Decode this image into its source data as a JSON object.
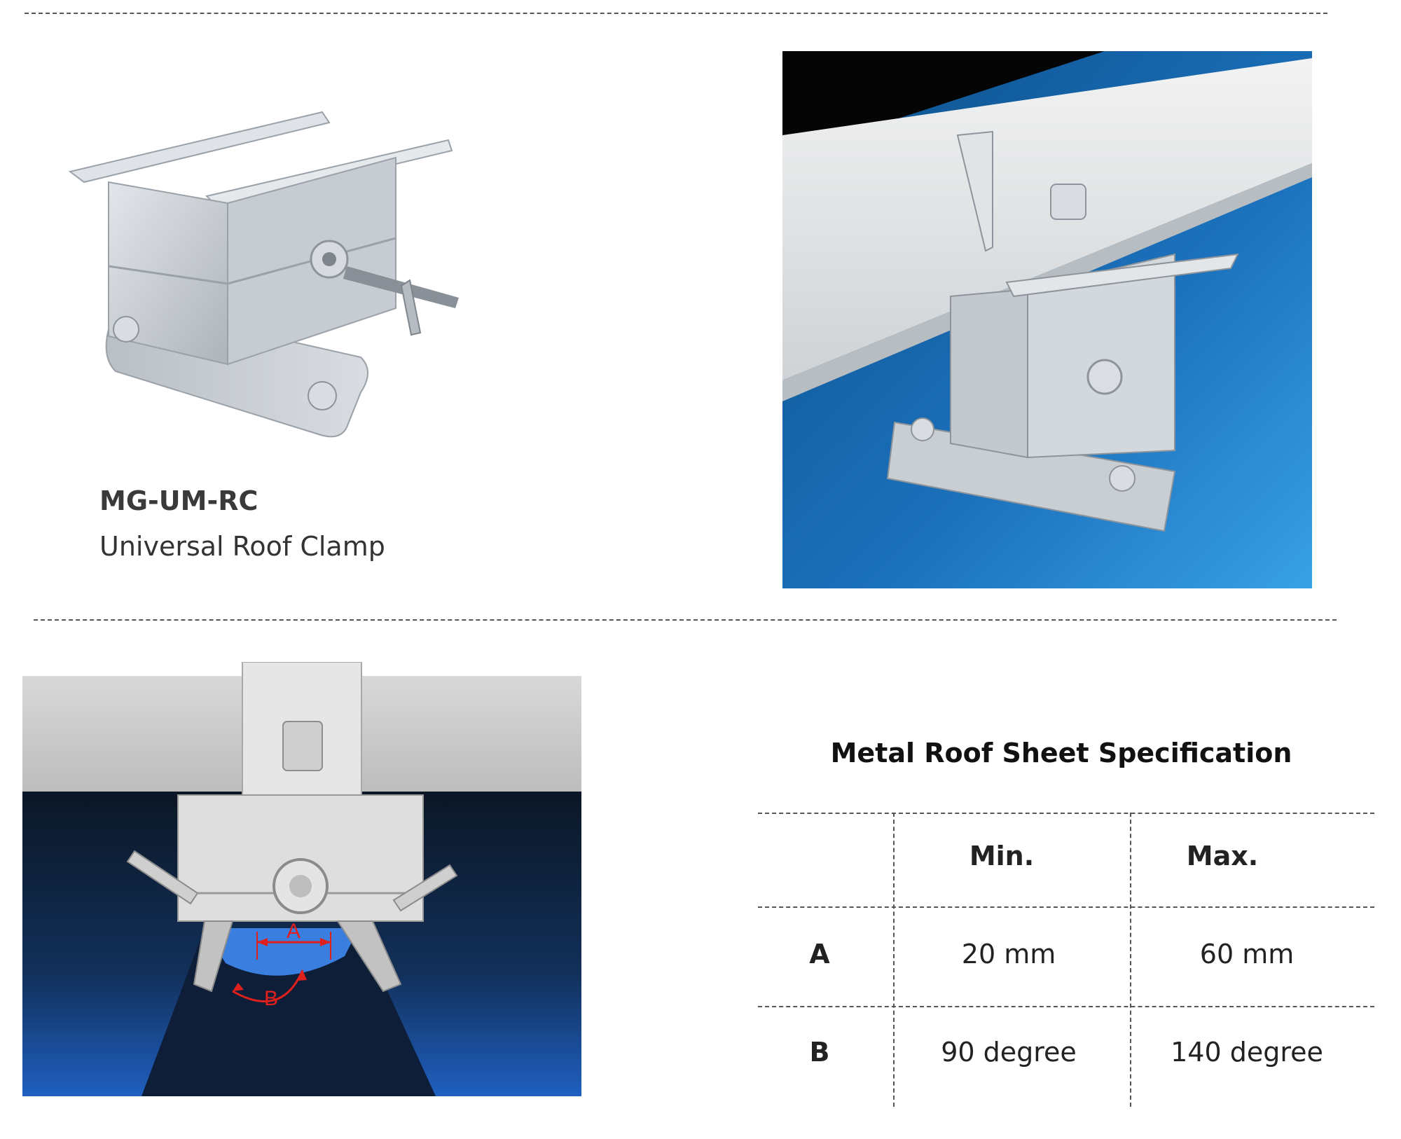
{
  "product": {
    "code": "MG-UM-RC",
    "name": "Universal Roof Clamp"
  },
  "spec_table": {
    "title": "Metal Roof Sheet Specification",
    "headers": [
      "",
      "Min.",
      "Max."
    ],
    "rows": [
      {
        "label": "A",
        "min": "20 mm",
        "max": "60 mm"
      },
      {
        "label": "B",
        "min": "90 degree",
        "max": "140 degree"
      }
    ]
  },
  "diagram_labels": {
    "a": "A",
    "b": "B"
  },
  "colors": {
    "roof_blue": "#1f6fc4",
    "roof_dark": "#0d1b2e",
    "aluminium": "#c8cdd2",
    "dimension_red": "#e0201c"
  }
}
